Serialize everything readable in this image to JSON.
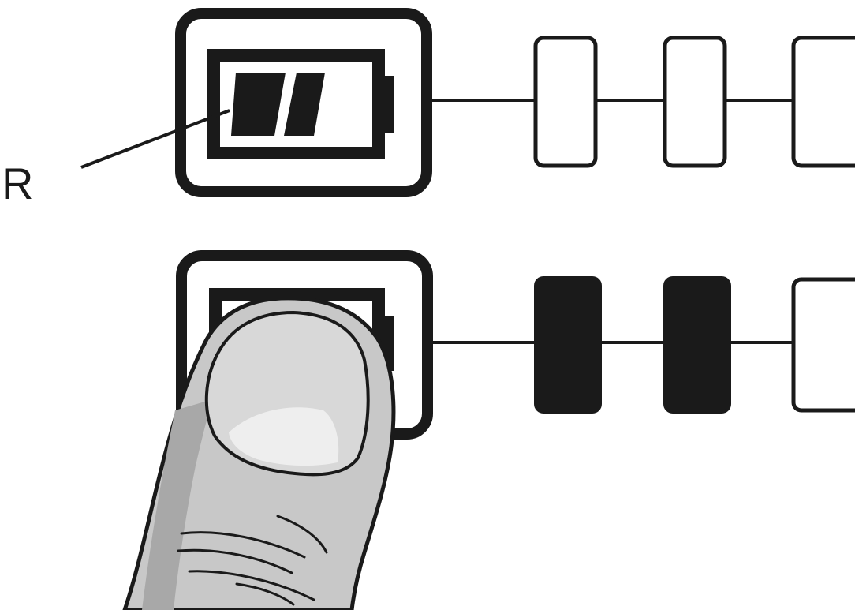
{
  "callout": {
    "label": "R"
  },
  "rows": [
    {
      "name": "idle-state",
      "battery_segments_filled": 2,
      "battery_segments_total": 2,
      "indicators": [
        "empty",
        "empty",
        "empty"
      ],
      "finger_pressing": false
    },
    {
      "name": "button-pressed-state",
      "battery_segments_filled": 0,
      "battery_segments_total": 2,
      "indicators": [
        "filled",
        "filled",
        "empty"
      ],
      "finger_pressing": true
    }
  ],
  "colors": {
    "ink": "#1a1a1a",
    "background": "#ffffff",
    "finger_fill": "#c8c8c8",
    "finger_shadow": "#9a9a9a",
    "nail_fill": "#d8d8d8",
    "nail_highlight": "#ececec"
  },
  "icons": {
    "battery": "battery-icon",
    "finger": "finger-icon",
    "indicator": "led-indicator-icon"
  }
}
